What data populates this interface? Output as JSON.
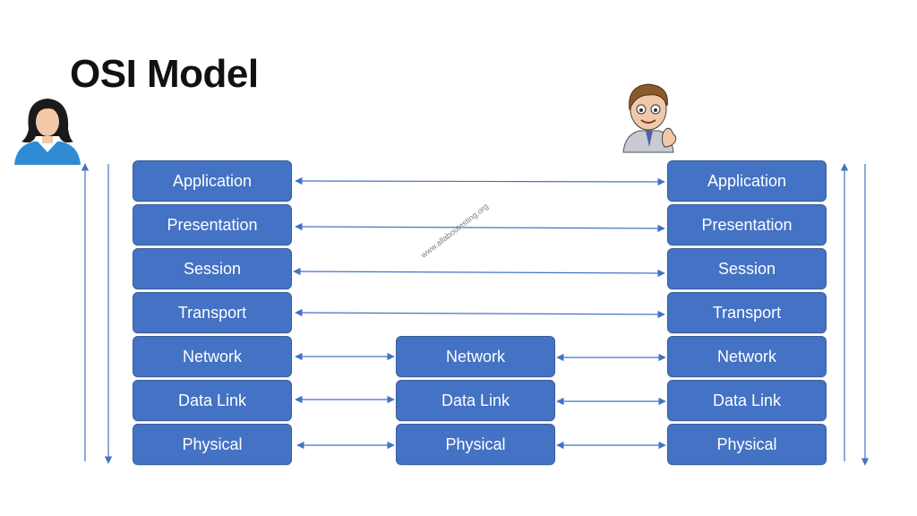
{
  "title": "OSI Model",
  "watermark": "www.allaboutesting.org",
  "colors": {
    "layer_fill": "#4472c4",
    "arrow": "#4472c4",
    "title": "#111111"
  },
  "icons": {
    "left_person": "woman-avatar-icon",
    "right_person": "man-avatar-icon"
  },
  "left_stack": [
    "Application",
    "Presentation",
    "Session",
    "Transport",
    "Network",
    "Data Link",
    "Physical"
  ],
  "middle_stack": [
    "Network",
    "Data Link",
    "Physical"
  ],
  "right_stack": [
    "Application",
    "Presentation",
    "Session",
    "Transport",
    "Network",
    "Data Link",
    "Physical"
  ]
}
